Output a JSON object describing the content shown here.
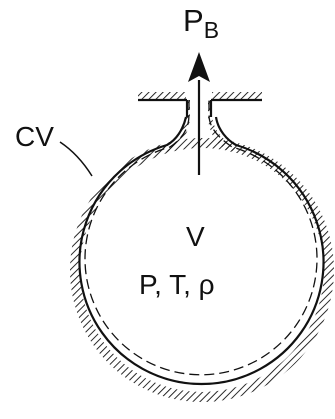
{
  "labels": {
    "back_pressure": "P",
    "back_pressure_sub": "B",
    "control_volume": "CV",
    "volume": "V",
    "state": "P, T, ρ"
  },
  "icons": [
    "arrow-up-icon"
  ]
}
